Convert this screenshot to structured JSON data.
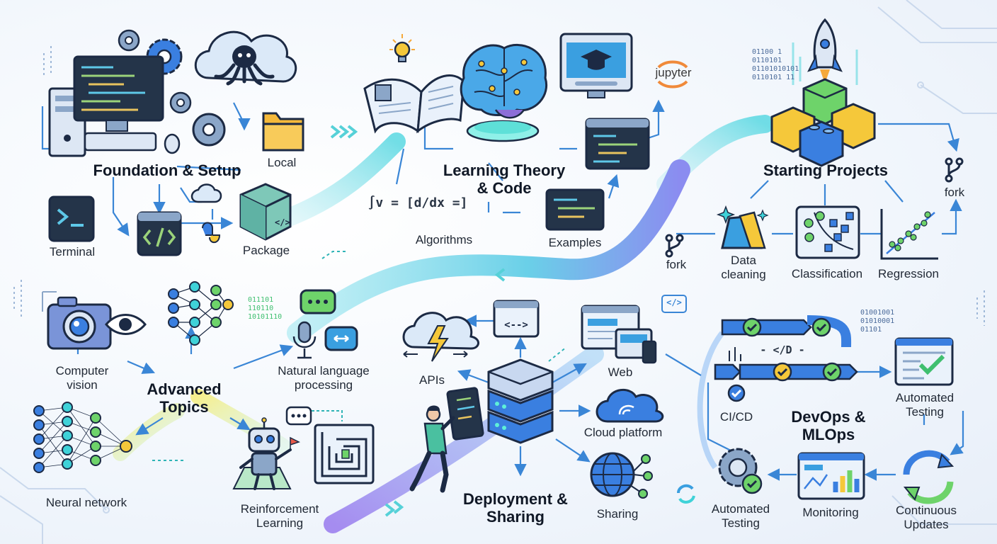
{
  "sections": {
    "foundation": {
      "title": "Foundation & Setup",
      "items": {
        "local": "Local",
        "terminal": "Terminal",
        "package": "Package"
      }
    },
    "theory": {
      "title_line1": "Learning Theory",
      "title_line2": "& Code",
      "items": {
        "algorithms": "Algorithms",
        "examples": "Examples",
        "jupyter": "jupyter"
      }
    },
    "projects": {
      "title": "Starting Projects",
      "items": {
        "fork_right": "fork",
        "fork_left": "fork",
        "data_cleaning_1": "Data",
        "data_cleaning_2": "cleaning",
        "classification": "Classification",
        "regression": "Regression"
      }
    },
    "advanced": {
      "title_line1": "Advanced",
      "title_line2": "Topics",
      "items": {
        "cv_1": "Computer",
        "cv_2": "vision",
        "nlp_1": "Natural language",
        "nlp_2": "processing",
        "neural": "Neural network",
        "rl_1": "Reinforcement",
        "rl_2": "Learning"
      }
    },
    "deployment": {
      "title_line1": "Deployment &",
      "title_line2": "Sharing",
      "items": {
        "apis": "APIs",
        "web": "Web",
        "cloud": "Cloud platform",
        "sharing": "Sharing"
      }
    },
    "devops": {
      "title_line1": "DevOps &",
      "title_line2": "MLOps",
      "items": {
        "cicd": "CI/CD",
        "auto_test_top_1": "Automated",
        "auto_test_top_2": "Testing",
        "auto_test_bottom_1": "Automated",
        "auto_test_bottom_2": "Testing",
        "monitoring": "Monitoring",
        "updates_1": "Continuous",
        "updates_2": "Updates"
      }
    }
  },
  "decor_text": {
    "binary_top_1": "01100 1",
    "binary_top_2": "0110101",
    "binary_top_3": "01101010101",
    "binary_top_4": "0110101 11",
    "binary_left_1": "011101",
    "binary_left_2": "110110",
    "binary_left_3": "10101110",
    "binary_right_1": "01001001",
    "binary_right_2": "01010001",
    "binary_right_3": "01101",
    "code_tag": "</>",
    "cicd_tag": "- </D -",
    "math": "∫v = [d/dx =]"
  },
  "icons": [
    "gear-icon",
    "desktop-computer-icon",
    "octopus-cloud-icon",
    "folder-icon",
    "terminal-icon",
    "code-window-icon",
    "python-icon",
    "package-box-icon",
    "open-book-icon",
    "lightbulb-icon",
    "brain-icon",
    "graduation-monitor-icon",
    "jupyter-icon",
    "code-editor-icon",
    "rocket-icon",
    "building-blocks-icon",
    "fork-icon",
    "data-cleaning-icon",
    "classification-icon",
    "regression-icon",
    "camera-eye-icon",
    "neural-net-icon",
    "speech-bubbles-icon",
    "microphone-icon",
    "robot-icon",
    "maze-icon",
    "cloud-lightning-icon",
    "server-stack-icon",
    "developer-icon",
    "web-browser-icon",
    "cloud-platform-icon",
    "globe-network-icon",
    "pipeline-check-icon",
    "automated-test-icon",
    "gear-check-icon",
    "monitoring-dashboard-icon",
    "refresh-cycle-icon"
  ],
  "colors": {
    "accent_blue": "#3a86d6",
    "accent_teal": "#2fb4b6",
    "accent_green": "#3fbf6f",
    "accent_yellow": "#f5c83a",
    "accent_purple": "#7a7fe8",
    "outline": "#1c2a44"
  }
}
